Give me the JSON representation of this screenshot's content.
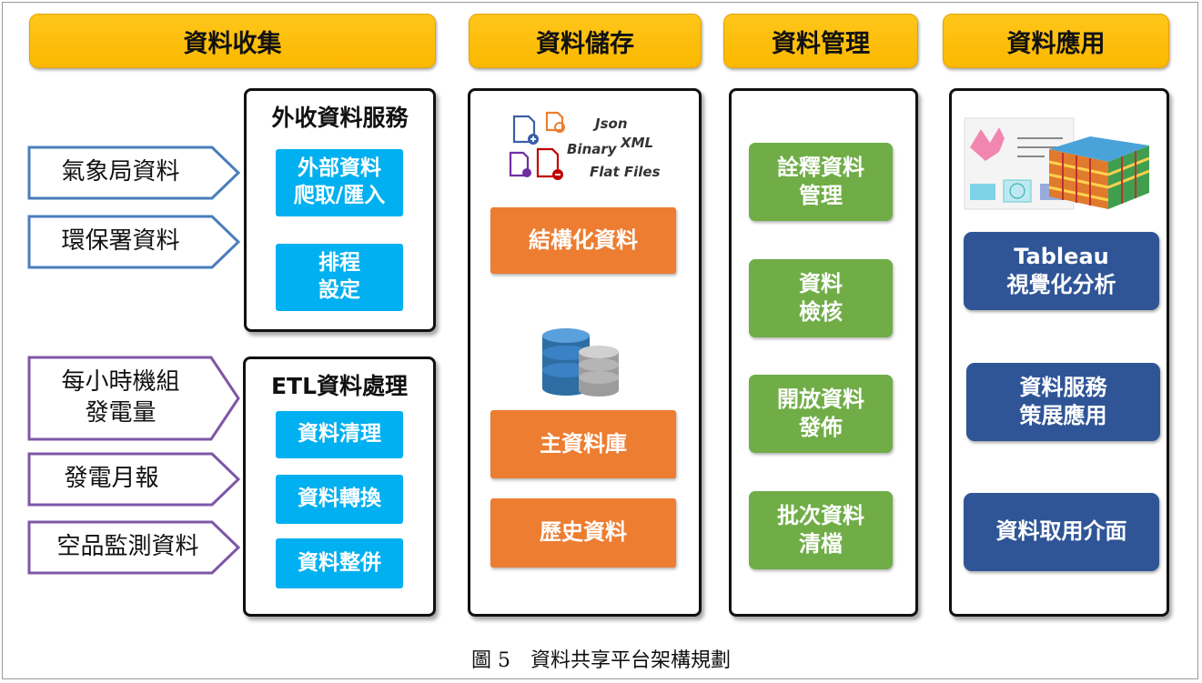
{
  "headers": {
    "collect": "資料收集",
    "storage": "資料儲存",
    "manage": "資料管理",
    "apply": "資料應用"
  },
  "sources": {
    "weather": "氣象局資料",
    "epa": "環保署資料",
    "hourly_power": "每小時機組\n發電量",
    "monthly_report": "發電月報",
    "air_quality": "空品監測資料"
  },
  "external_panel": {
    "title": "外收資料服務",
    "crawl": "外部資料\n爬取/匯入",
    "schedule": "排程\n設定"
  },
  "etl_panel": {
    "title": "ETL資料處理",
    "clean": "資料清理",
    "transform": "資料轉換",
    "merge": "資料整併"
  },
  "storage": {
    "formats": {
      "json": "Json",
      "xml": "XML",
      "binary": "Binary",
      "flat": "Flat Files"
    },
    "structured": "結構化資料",
    "main_db": "主資料庫",
    "history": "歷史資料"
  },
  "management": {
    "metadata": "詮釋資料\n管理",
    "verify": "資料\n檢核",
    "open_publish": "開放資料\n發佈",
    "batch_archive": "批次資料\n清檔"
  },
  "application": {
    "tableau": "Tableau\n視覺化分析",
    "service": "資料服務\n策展應用",
    "interface": "資料取用介面"
  },
  "caption": "圖 5　資料共享平台架構規劃",
  "colors": {
    "header": "#ffc000",
    "cyan": "#00b0f0",
    "orange": "#ed7d31",
    "green": "#70ad47",
    "navy": "#2f5597",
    "arrow_blue": "#4a7ebb",
    "arrow_purple": "#7e57a8"
  }
}
